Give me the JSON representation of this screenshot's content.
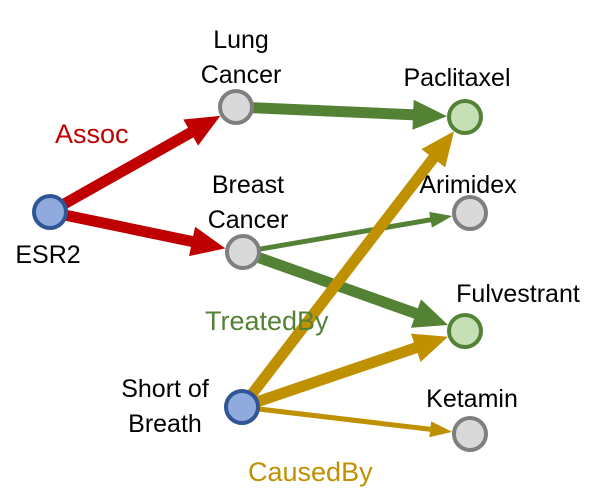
{
  "colors": {
    "assoc": "#c00000",
    "treated": "#548235",
    "caused": "#bf9000",
    "node_blue_fill": "#8faadc",
    "node_blue_stroke": "#2f5597",
    "node_gray_fill": "#d9d9d9",
    "node_gray_stroke": "#7f7f7f",
    "node_green_fill": "#c5e0b4",
    "node_green_stroke": "#548235"
  },
  "relations": {
    "assoc": "Assoc",
    "treated": "TreatedBy",
    "caused": "CausedBy"
  },
  "nodes": [
    {
      "id": "esr2",
      "lines": [
        "ESR2"
      ],
      "style": "blue"
    },
    {
      "id": "lung",
      "lines": [
        "Lung",
        "Cancer"
      ],
      "style": "gray"
    },
    {
      "id": "breast",
      "lines": [
        "Breast",
        "Cancer"
      ],
      "style": "gray"
    },
    {
      "id": "sob",
      "lines": [
        "Short of",
        "Breath"
      ],
      "style": "blue"
    },
    {
      "id": "paclitaxel",
      "lines": [
        "Paclitaxel"
      ],
      "style": "green"
    },
    {
      "id": "arimidex",
      "lines": [
        "Arimidex"
      ],
      "style": "gray"
    },
    {
      "id": "fulvestrant",
      "lines": [
        "Fulvestrant"
      ],
      "style": "green"
    },
    {
      "id": "ketamin",
      "lines": [
        "Ketamin"
      ],
      "style": "gray"
    }
  ],
  "edges": [
    {
      "from": "esr2",
      "to": "lung",
      "relation": "assoc",
      "weight": "thick"
    },
    {
      "from": "esr2",
      "to": "breast",
      "relation": "assoc",
      "weight": "thick"
    },
    {
      "from": "lung",
      "to": "paclitaxel",
      "relation": "treated",
      "weight": "thick"
    },
    {
      "from": "breast",
      "to": "arimidex",
      "relation": "treated",
      "weight": "thin"
    },
    {
      "from": "breast",
      "to": "fulvestrant",
      "relation": "treated",
      "weight": "thick"
    },
    {
      "from": "sob",
      "to": "paclitaxel",
      "relation": "caused",
      "weight": "thick"
    },
    {
      "from": "sob",
      "to": "fulvestrant",
      "relation": "caused",
      "weight": "thick"
    },
    {
      "from": "sob",
      "to": "ketamin",
      "relation": "caused",
      "weight": "thin"
    }
  ]
}
